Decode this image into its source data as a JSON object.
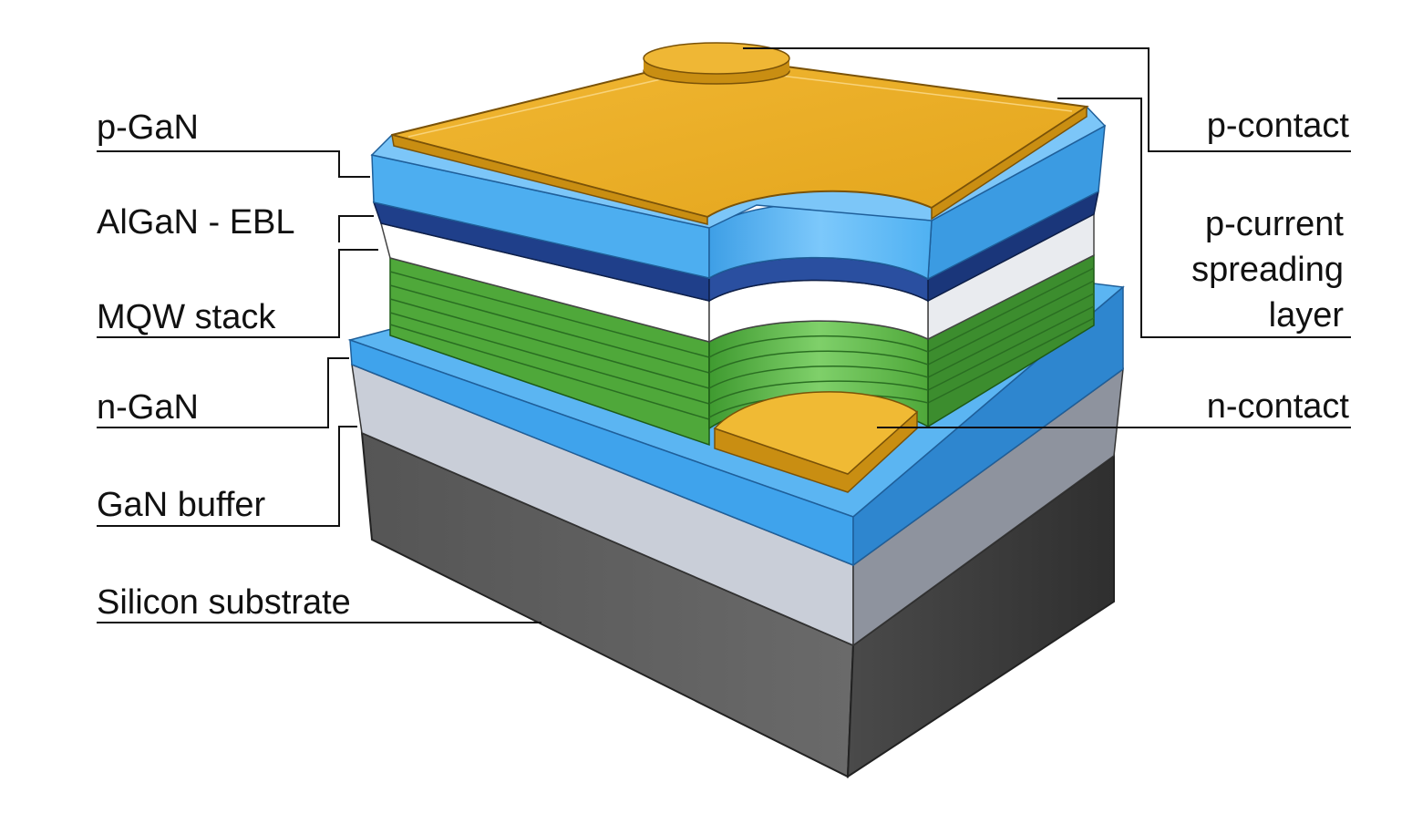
{
  "labels_left": {
    "p_gan": "p-GaN",
    "algan_ebl": "AlGaN - EBL",
    "mqw_stack": "MQW stack",
    "n_gan": "n-GaN",
    "gan_buffer": "GaN buffer",
    "silicon_substrate": "Silicon substrate"
  },
  "labels_right": {
    "p_contact": "p-contact",
    "p_current_spreading_layer": [
      "p-current",
      "spreading",
      "layer"
    ],
    "n_contact": "n-contact"
  },
  "colors": {
    "gold_contact": "#E9AE22",
    "gan_blue": "#4DAEF0",
    "ebl_navy": "#1F3F8A",
    "mqw_green": "#4FA83A",
    "buffer_grey": "#C8CDD6",
    "substrate_dark": "#5A5A5A",
    "leader_line": "#111111"
  }
}
